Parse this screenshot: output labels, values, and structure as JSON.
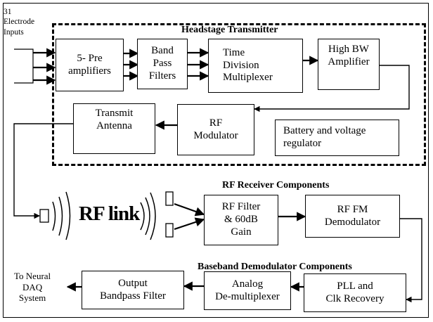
{
  "electrode_label": "31\nElectrode\nInputs",
  "headstage": {
    "title": "Headstage Transmitter",
    "preamp": "5- Pre\namplifiers",
    "bandpass": "Band\nPass\nFilters",
    "tdm": "Time\nDivision\nMultiplexer",
    "hbw": "High BW\nAmplifier",
    "rfmod": "RF\nModulator",
    "antenna": "Transmit\nAntenna",
    "battery": "Battery and voltage\nregulator"
  },
  "rf_link": "RF link",
  "receiver": {
    "title": "RF Receiver Components",
    "filter": "RF Filter\n& 60dB\nGain",
    "demod": "RF FM\nDemodulator"
  },
  "baseband": {
    "title": "Baseband Demodulator  Components",
    "pll": "PLL and\nClk Recovery",
    "analog_demux": "Analog\nDe-multiplexer",
    "output_filter": "Output\nBandpass Filter"
  },
  "output_label": "To Neural\nDAQ\nSystem"
}
